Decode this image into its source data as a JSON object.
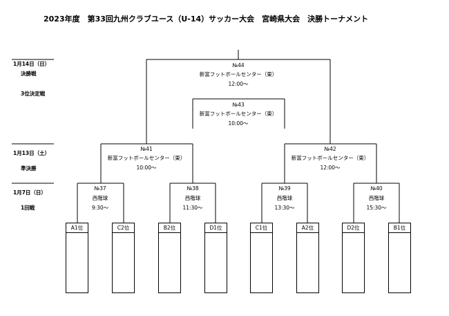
{
  "title": "2023年度　第33回九州クラブユース（U-14）サッカー大会　宮崎県大会　決勝トーナメント",
  "rounds": {
    "final": {
      "date": "1月14日（日）",
      "label": "決勝戦",
      "third_label": "3位決定戦"
    },
    "semi": {
      "date": "1月13日（土）",
      "label": "準決勝"
    },
    "first": {
      "date": "1月7日（日）",
      "label": "1回戦"
    }
  },
  "matches": {
    "m44": {
      "no": "№44",
      "venue": "新富フットボールセンター（東）",
      "time": "12:00～"
    },
    "m43": {
      "no": "№43",
      "venue": "新富フットボールセンター（東）",
      "time": "10:00～"
    },
    "m41": {
      "no": "№41",
      "venue": "新富フットボールセンター（東）",
      "time": "10:00～"
    },
    "m42": {
      "no": "№42",
      "venue": "新富フットボールセンター（東）",
      "time": "12:00～"
    },
    "m37": {
      "no": "№37",
      "venue": "西階球",
      "time": "9:30～"
    },
    "m38": {
      "no": "№38",
      "venue": "西階球",
      "time": "11:30～"
    },
    "m39": {
      "no": "№39",
      "venue": "西階球",
      "time": "13:30～"
    },
    "m40": {
      "no": "№40",
      "venue": "西階球",
      "time": "15:30～"
    }
  },
  "teams": [
    "A1位",
    "C2位",
    "B2位",
    "D1位",
    "C1位",
    "A2位",
    "D2位",
    "B1位"
  ]
}
